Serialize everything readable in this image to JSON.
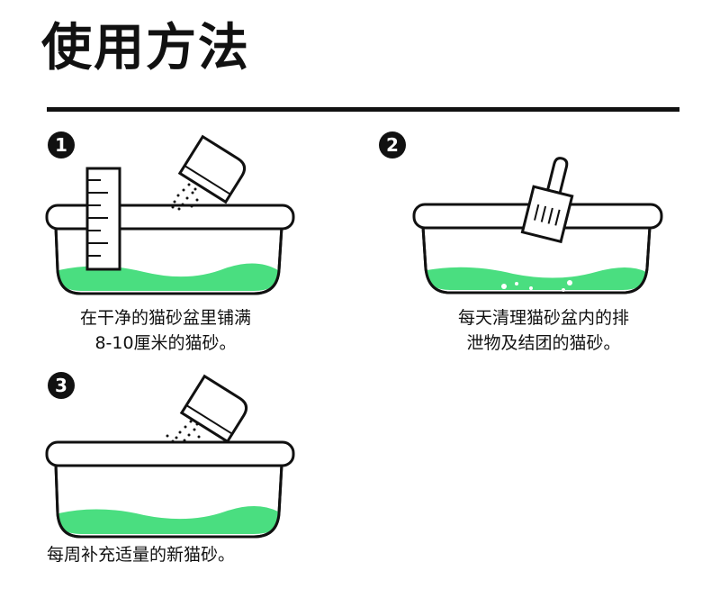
{
  "page": {
    "title": "使用方法"
  },
  "steps": [
    {
      "number": "1",
      "caption_line1": "在干净的猫砂盆里铺满",
      "caption_line2": "8-10厘米的猫砂。"
    },
    {
      "number": "2",
      "caption_line1": "每天清理猫砂盆内的排",
      "caption_line2": "泄物及结团的猫砂。"
    },
    {
      "number": "3",
      "caption_line1": "每周补充适量的新猫砂。"
    }
  ],
  "colors": {
    "litter": "#4ADE80",
    "ink": "#111111",
    "background": "#FFFFFF"
  },
  "icons": [
    "litter-box-icon",
    "ruler-icon",
    "scoop-pouring-icon",
    "rake-scoop-icon"
  ]
}
